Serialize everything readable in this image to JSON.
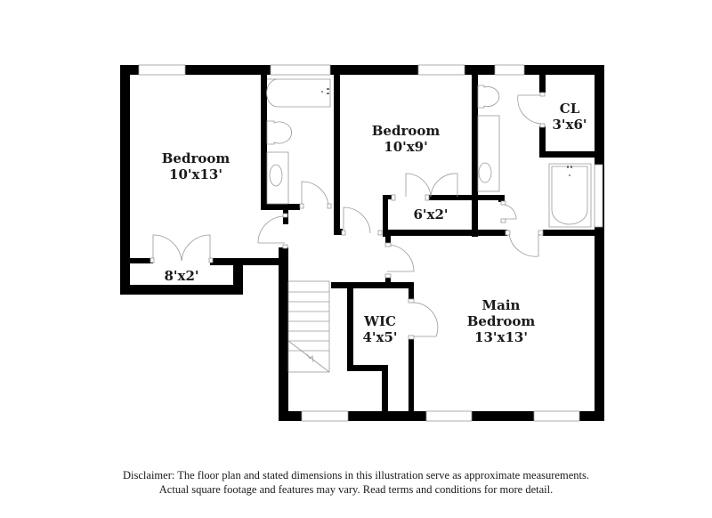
{
  "rooms": [
    {
      "id": "bedroom-1",
      "name": "Bedroom",
      "dims": "10'x13'"
    },
    {
      "id": "bedroom-1-closet",
      "name": "",
      "dims": "8'x2'"
    },
    {
      "id": "bedroom-2",
      "name": "Bedroom",
      "dims": "10'x9'"
    },
    {
      "id": "bedroom-2-closet",
      "name": "",
      "dims": "6'x2'"
    },
    {
      "id": "closet",
      "name": "CL",
      "dims": "3'x6'"
    },
    {
      "id": "walk-in-closet",
      "name": "WIC",
      "dims": "4'x5'"
    },
    {
      "id": "main-bedroom",
      "name_line1": "Main",
      "name_line2": "Bedroom",
      "dims": "13'x13'"
    }
  ],
  "disclaimer": {
    "line1": "Disclaimer: The floor plan and stated dimensions in this illustration serve as approximate measurements.",
    "line2": "Actual square footage and features may vary. Read terms and conditions for more detail."
  },
  "colors": {
    "wall": "#000000",
    "fixture_stroke": "#9a9a9a",
    "background": "#ffffff"
  }
}
